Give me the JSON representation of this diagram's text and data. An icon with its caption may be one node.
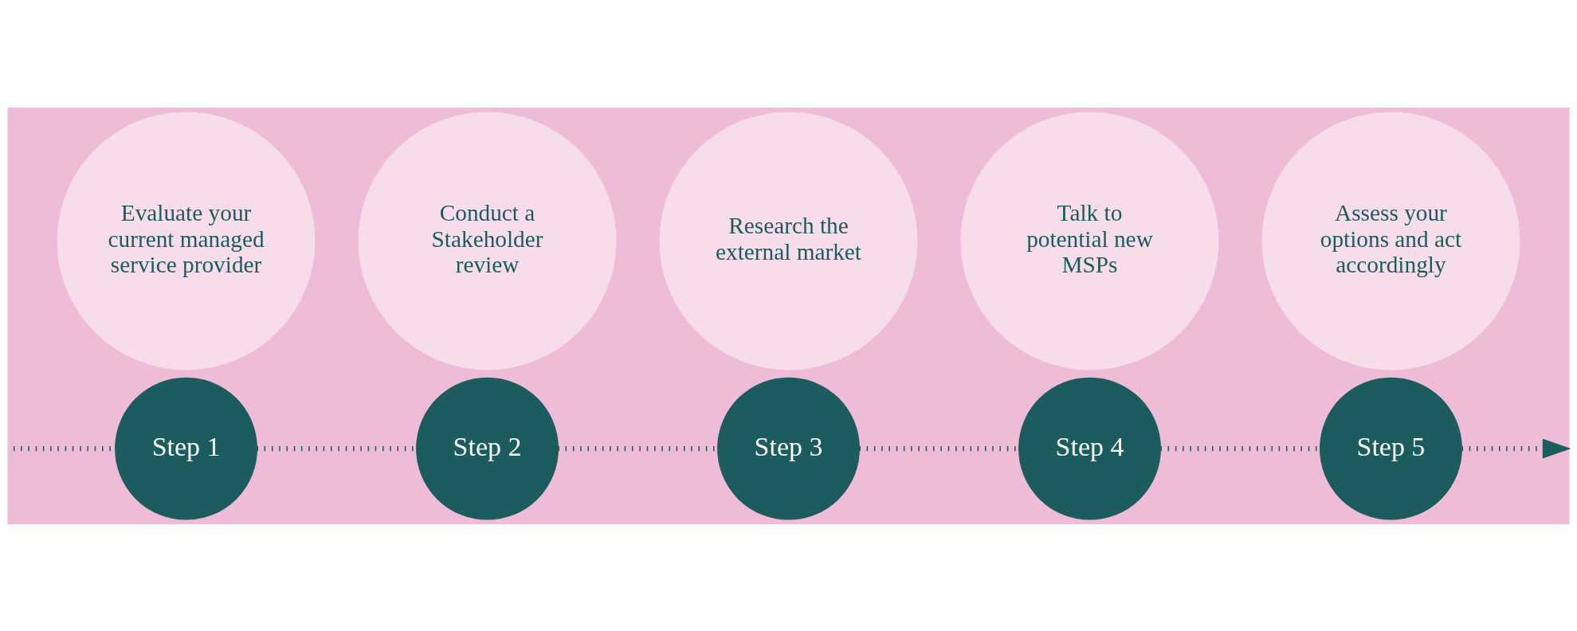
{
  "diagram": {
    "nodes": [
      {
        "text": [
          "Step 1"
        ]
      },
      {
        "text": [
          "Step 2"
        ]
      },
      {
        "text": [
          "Step 3"
        ]
      },
      {
        "text": [
          "Step 4"
        ]
      },
      {
        "text": [
          "Step 5"
        ]
      },
      {
        "text": [
          "Evaluate your current managed service provider"
        ]
      },
      {
        "text": [
          "Conduct a Stakeholder review"
        ]
      },
      {
        "text": [
          "Research the external market"
        ]
      },
      {
        "text": [
          "Talk to potential new MSPs"
        ]
      },
      {
        "text": [
          "Assess your options and act accordingly"
        ]
      }
    ],
    "edges": [
      {
        "from": null,
        "to": 0,
        "arrow": "none",
        "style": "dashed"
      },
      {
        "from": 0,
        "to": 1,
        "arrow": "none",
        "style": "dashed"
      },
      {
        "from": 1,
        "to": 2,
        "arrow": "none",
        "style": "dashed"
      },
      {
        "from": 2,
        "to": 3,
        "arrow": "none",
        "style": "dashed"
      },
      {
        "from": 3,
        "to": 4,
        "arrow": "none",
        "style": "dashed"
      },
      {
        "from": 4,
        "to": null,
        "arrow": "to",
        "style": "dashed"
      }
    ]
  }
}
